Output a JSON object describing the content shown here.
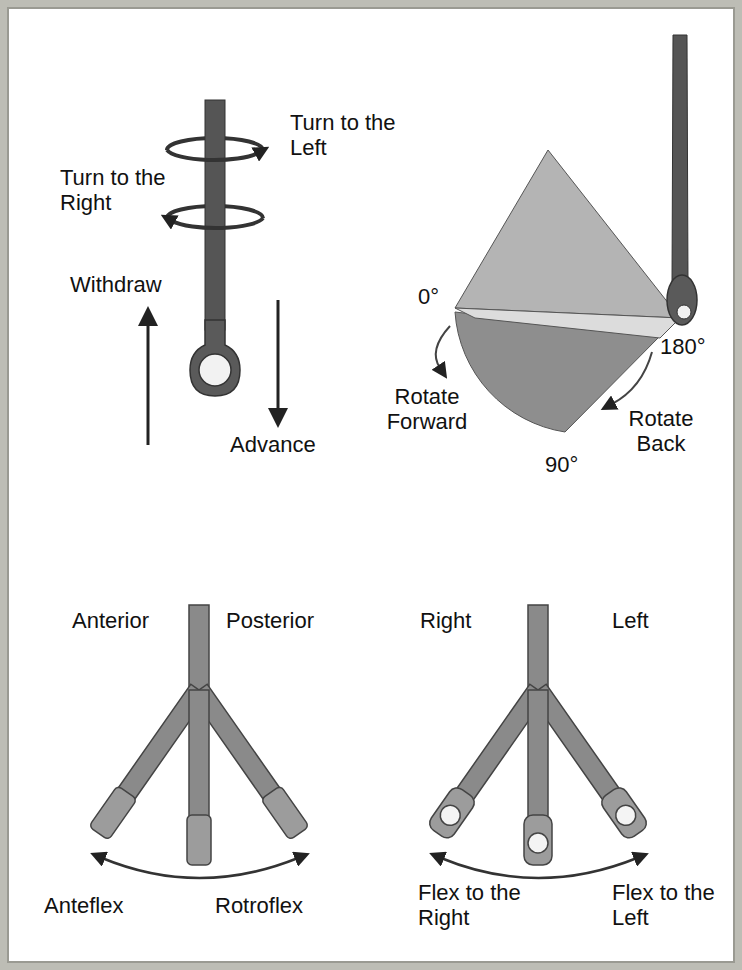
{
  "diagram": {
    "labels": [
      "Turn to the Left",
      "Turn to the Right",
      "Withdraw",
      "Advance",
      "0°",
      "180°",
      "Rotate Forward",
      "Rotate Back",
      "90°",
      "Anterior",
      "Posterior",
      "Anteflex",
      "Rotroflex",
      "Right",
      "Left",
      "Flex to the Right",
      "Flex to the Left"
    ]
  }
}
